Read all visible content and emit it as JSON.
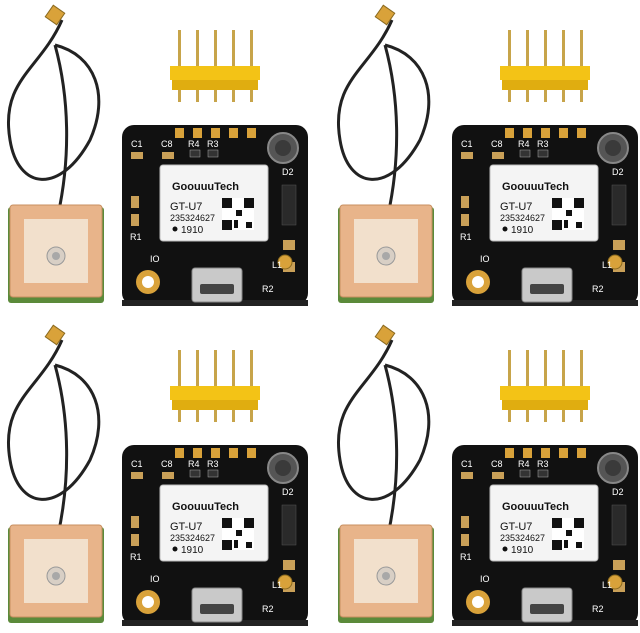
{
  "kit": {
    "brand": "GoouuuTech",
    "module_model": "GT-U7",
    "module_serial": "235324627",
    "module_date": "1910",
    "pcb_labels": {
      "c1": "C1",
      "c8": "C8",
      "r4": "R4",
      "r3": "R3",
      "d2": "D2",
      "r1": "R1",
      "r2": "R2",
      "l1": "L1",
      "io": "IO"
    }
  },
  "colors": {
    "pcb": "#111111",
    "pad_gold": "#d9a23a",
    "header_yellow": "#f3c316",
    "antenna_ceramic": "#e8b48a",
    "antenna_patch": "#f2e0cc",
    "cable": "#222222"
  },
  "kits_shown": 4
}
